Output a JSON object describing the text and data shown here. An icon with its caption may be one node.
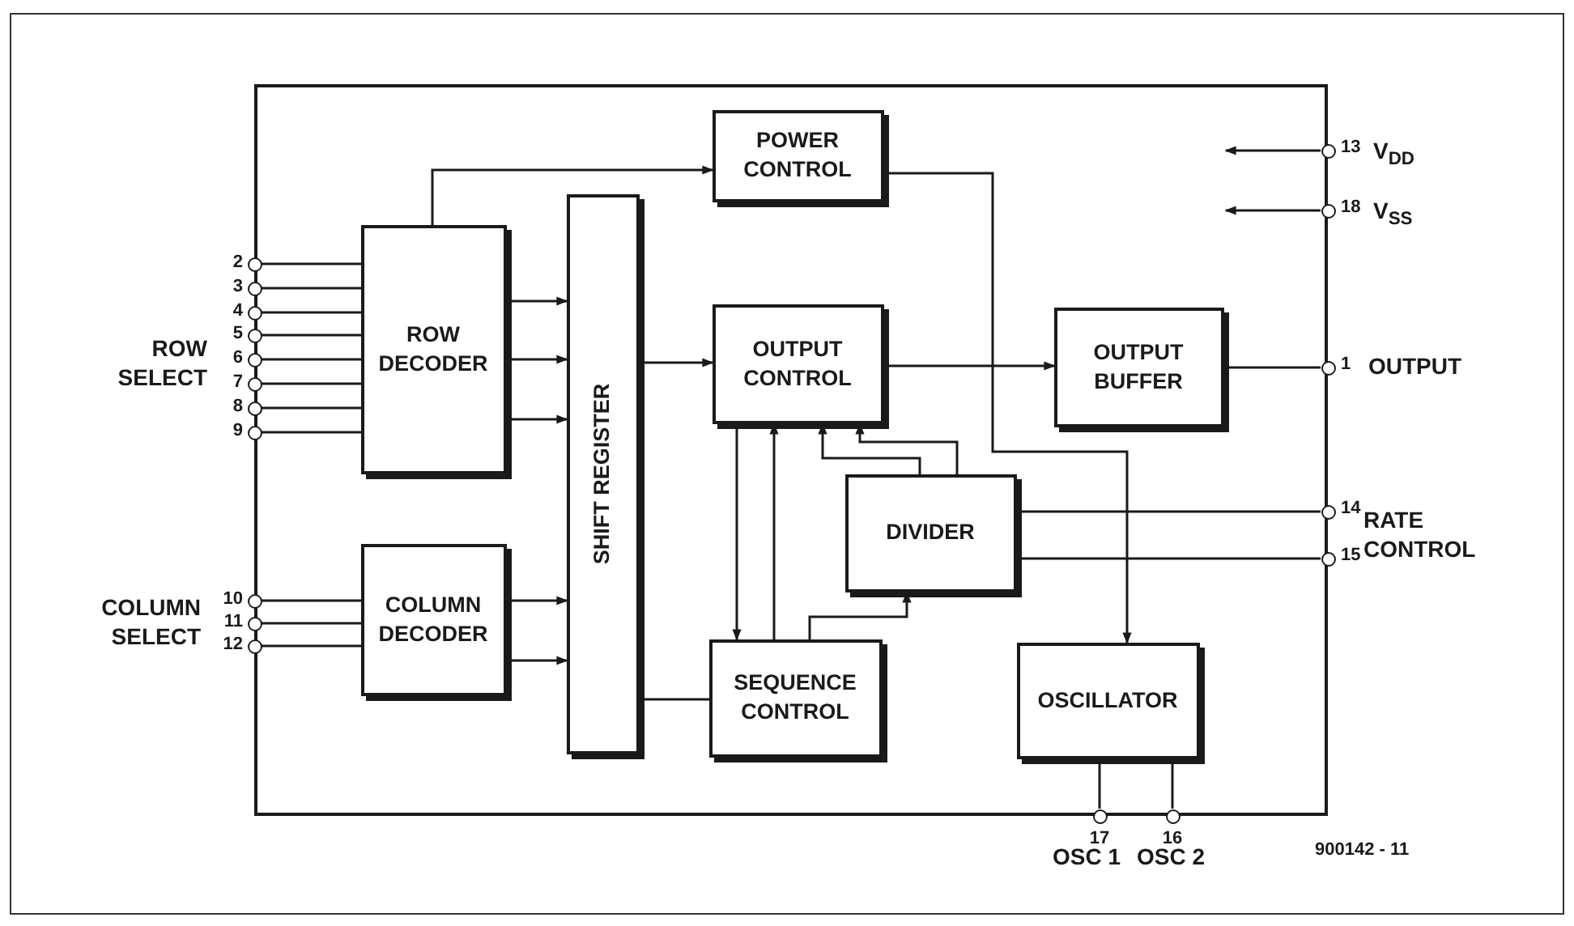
{
  "diagram": {
    "nodes": [
      {
        "text": [],
        "shape": "box"
      },
      {
        "text": [
          "POWER CONTROL"
        ],
        "in": 0
      },
      {
        "text": [
          "ROW DECODER"
        ],
        "in": 0
      },
      {
        "text": [
          "SHIFT REGISTER"
        ],
        "in": 0
      },
      {
        "text": [
          "OUTPUT CONTROL"
        ],
        "in": 0
      },
      {
        "text": [
          "OUTPUT BUFFER"
        ],
        "in": 0
      },
      {
        "text": [
          "DIVIDER"
        ],
        "in": 0
      },
      {
        "text": [
          "COLUMN DECODER"
        ],
        "in": 0
      },
      {
        "text": [
          "SEQUENCE CONTROL"
        ],
        "in": 0
      },
      {
        "text": [
          "OSCILLATOR"
        ],
        "in": 0
      },
      {
        "text": [],
        "shape": "circle",
        "beside": [
          "2"
        ]
      },
      {
        "text": [],
        "shape": "circle",
        "beside": [
          "3"
        ]
      },
      {
        "text": [],
        "shape": "circle",
        "beside": [
          "4"
        ]
      },
      {
        "text": [],
        "shape": "circle",
        "beside": [
          "5"
        ]
      },
      {
        "text": [],
        "shape": "circle",
        "beside": [
          "6"
        ]
      },
      {
        "text": [],
        "shape": "circle",
        "beside": [
          "7"
        ]
      },
      {
        "text": [],
        "shape": "circle",
        "beside": [
          "8"
        ]
      },
      {
        "text": [],
        "shape": "circle",
        "beside": [
          "9"
        ]
      },
      {
        "text": [],
        "shape": "circle",
        "beside": [
          "10"
        ]
      },
      {
        "text": [],
        "shape": "circle",
        "beside": [
          "11"
        ]
      },
      {
        "text": [],
        "shape": "circle",
        "beside": [
          "12"
        ]
      },
      {
        "text": [],
        "shape": "circle",
        "beside": [
          "13"
        ]
      },
      {
        "text": [],
        "shape": "circle",
        "beside": [
          "18"
        ]
      },
      {
        "text": [],
        "shape": "circle",
        "beside": [
          "1"
        ]
      },
      {
        "text": [],
        "shape": "circle",
        "beside": [
          "14"
        ]
      },
      {
        "text": [],
        "shape": "circle",
        "beside": [
          "15"
        ]
      },
      {
        "text": [],
        "shape": "circle",
        "beside": [
          "17"
        ]
      },
      {
        "text": [],
        "shape": "circle",
        "beside": [
          "16"
        ]
      }
    ],
    "edges": [
      {
        "from": 10,
        "to": 2,
        "arrow": "none"
      },
      {
        "from": 11,
        "to": 2,
        "arrow": "none"
      },
      {
        "from": 12,
        "to": 2,
        "arrow": "none"
      },
      {
        "from": 13,
        "to": 2,
        "arrow": "none"
      },
      {
        "from": 14,
        "to": 2,
        "arrow": "none"
      },
      {
        "from": 15,
        "to": 2,
        "arrow": "none"
      },
      {
        "from": 16,
        "to": 2,
        "arrow": "none"
      },
      {
        "from": 17,
        "to": 2,
        "arrow": "none"
      },
      {
        "from": 18,
        "to": 7,
        "arrow": "none"
      },
      {
        "from": 19,
        "to": 7,
        "arrow": "none"
      },
      {
        "from": 20,
        "to": 7,
        "arrow": "none"
      },
      {
        "from": 2,
        "to": 3,
        "arrow": "to"
      },
      {
        "from": 2,
        "to": 3,
        "arrow": "to"
      },
      {
        "from": 2,
        "to": 3,
        "arrow": "to"
      },
      {
        "from": 7,
        "to": 3,
        "arrow": "to"
      },
      {
        "from": 7,
        "to": 3,
        "arrow": "to"
      },
      {
        "from": 2,
        "to": 1,
        "arrow": "to"
      },
      {
        "from": 3,
        "to": 4,
        "arrow": "to"
      },
      {
        "from": 3,
        "to": 8,
        "arrow": "none"
      },
      {
        "from": 4,
        "to": 5,
        "arrow": "to"
      },
      {
        "from": 5,
        "to": 23,
        "arrow": "none"
      },
      {
        "from": 1,
        "to": 9,
        "arrow": "to"
      },
      {
        "from": 21,
        "to": null,
        "arrow": "to"
      },
      {
        "from": 22,
        "to": null,
        "arrow": "to"
      },
      {
        "from": 4,
        "to": 8,
        "arrow": "to"
      },
      {
        "from": 8,
        "to": 4,
        "arrow": "to"
      },
      {
        "from": 6,
        "to": 4,
        "arrow": "to"
      },
      {
        "from": 6,
        "to": 4,
        "arrow": "to"
      },
      {
        "from": 8,
        "to": 6,
        "arrow": "to"
      },
      {
        "from": 6,
        "to": 24,
        "arrow": "none"
      },
      {
        "from": 6,
        "to": 25,
        "arrow": "none"
      },
      {
        "from": 9,
        "to": 26,
        "arrow": "none"
      },
      {
        "from": 9,
        "to": 27,
        "arrow": "none"
      }
    ],
    "labels": [
      "ROW SELECT",
      "COLUMN SELECT",
      "V$_{DD}$",
      "V$_{SS}$",
      "OUTPUT",
      "RATE CONTROL",
      "OSC 1",
      "OSC 2",
      "900142 - 11"
    ]
  }
}
